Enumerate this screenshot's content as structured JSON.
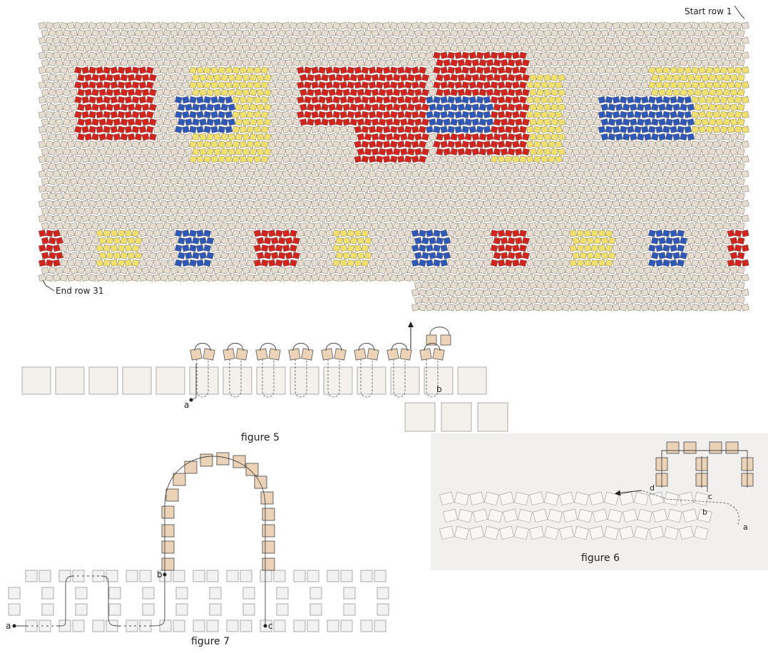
{
  "pattern": {
    "start_label": "Start row 1",
    "end_label": "End row 31",
    "colors": {
      "background_bead": "#e6ddd0",
      "red": "#d4231d",
      "blue": "#2d57b8",
      "yellow": "#f1e06a",
      "outline": "#7d7468"
    }
  },
  "figure5": {
    "caption": "figure 5",
    "points": {
      "a": "a",
      "b": "b"
    }
  },
  "figure6": {
    "caption": "figure 6",
    "points": {
      "a": "a",
      "b": "b",
      "c": "c",
      "d": "d"
    }
  },
  "figure7": {
    "caption": "figure 7",
    "points": {
      "a": "a",
      "b": "b",
      "c": "c"
    }
  }
}
